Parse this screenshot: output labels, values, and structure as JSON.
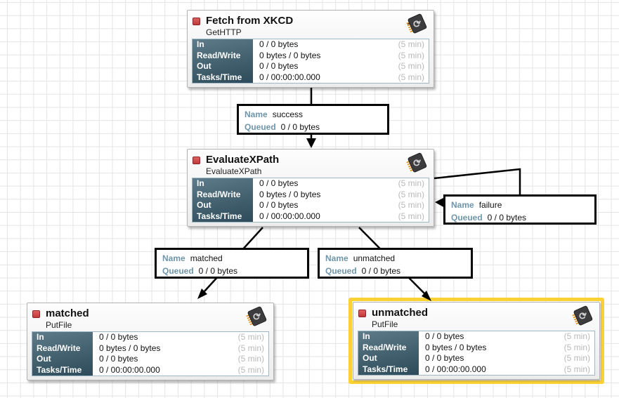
{
  "app": "NiFi flow canvas",
  "colors": {
    "selection_yellow": "#fbd133",
    "label_key_blue": "#6f95aa",
    "stat_header_dark": "#2d4b5a",
    "stopped_red": "#c23a3a",
    "grid_line": "#e4e4e4"
  },
  "processors": [
    {
      "title": "Fetch from XKCD",
      "type": "GetHTTP",
      "state": "stopped",
      "selected": false,
      "stats": [
        {
          "label": "In",
          "value": "0 / 0 bytes",
          "window": "(5 min)"
        },
        {
          "label": "Read/Write",
          "value": "0 bytes / 0 bytes",
          "window": "(5 min)"
        },
        {
          "label": "Out",
          "value": "0 / 0 bytes",
          "window": "(5 min)"
        },
        {
          "label": "Tasks/Time",
          "value": "0 / 00:00:00.000",
          "window": "(5 min)"
        }
      ]
    },
    {
      "title": "EvaluateXPath",
      "type": "EvaluateXPath",
      "state": "stopped",
      "selected": false,
      "stats": [
        {
          "label": "In",
          "value": "0 / 0 bytes",
          "window": "(5 min)"
        },
        {
          "label": "Read/Write",
          "value": "0 bytes / 0 bytes",
          "window": "(5 min)"
        },
        {
          "label": "Out",
          "value": "0 / 0 bytes",
          "window": "(5 min)"
        },
        {
          "label": "Tasks/Time",
          "value": "0 / 00:00:00.000",
          "window": "(5 min)"
        }
      ]
    },
    {
      "title": "matched",
      "type": "PutFile",
      "state": "stopped",
      "selected": false,
      "stats": [
        {
          "label": "In",
          "value": "0 / 0 bytes",
          "window": "(5 min)"
        },
        {
          "label": "Read/Write",
          "value": "0 bytes / 0 bytes",
          "window": "(5 min)"
        },
        {
          "label": "Out",
          "value": "0 / 0 bytes",
          "window": "(5 min)"
        },
        {
          "label": "Tasks/Time",
          "value": "0 / 00:00:00.000",
          "window": "(5 min)"
        }
      ]
    },
    {
      "title": "unmatched",
      "type": "PutFile",
      "state": "stopped",
      "selected": true,
      "stats": [
        {
          "label": "In",
          "value": "0 / 0 bytes",
          "window": "(5 min)"
        },
        {
          "label": "Read/Write",
          "value": "0 bytes / 0 bytes",
          "window": "(5 min)"
        },
        {
          "label": "Out",
          "value": "0 / 0 bytes",
          "window": "(5 min)"
        },
        {
          "label": "Tasks/Time",
          "value": "0 / 00:00:00.000",
          "window": "(5 min)"
        }
      ]
    }
  ],
  "connections": [
    {
      "name_label": "Name",
      "name": "success",
      "queued_label": "Queued",
      "queued": "0 / 0 bytes"
    },
    {
      "name_label": "Name",
      "name": "failure",
      "queued_label": "Queued",
      "queued": "0 / 0 bytes"
    },
    {
      "name_label": "Name",
      "name": "matched",
      "queued_label": "Queued",
      "queued": "0 / 0 bytes"
    },
    {
      "name_label": "Name",
      "name": "unmatched",
      "queued_label": "Queued",
      "queued": "0 / 0 bytes"
    }
  ]
}
